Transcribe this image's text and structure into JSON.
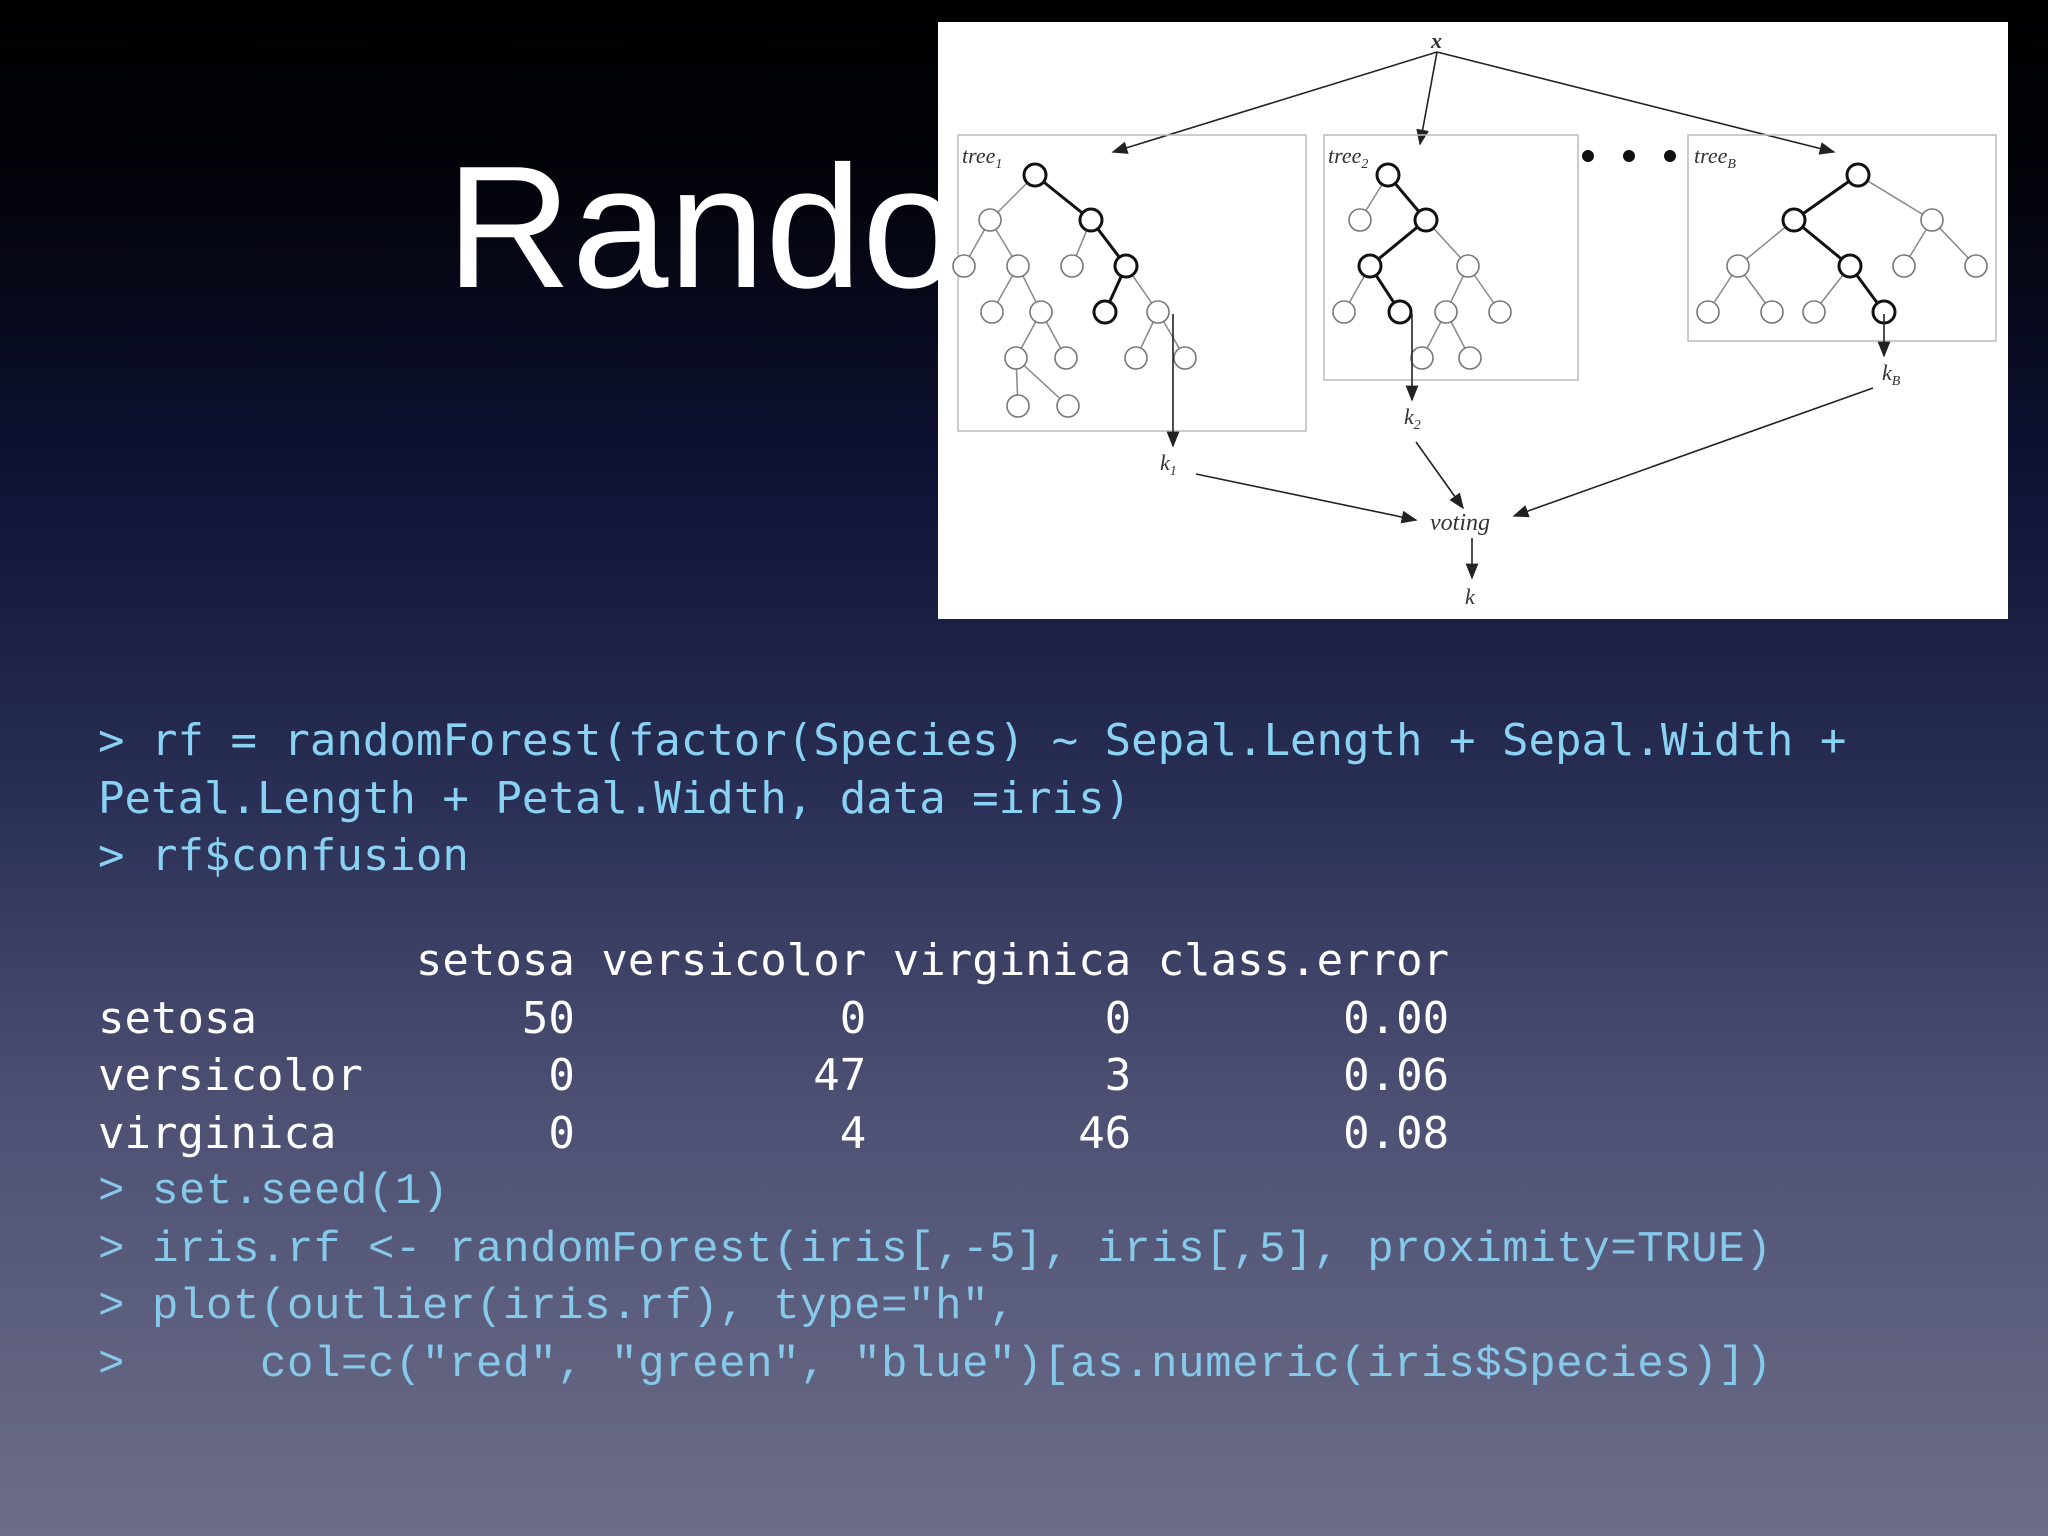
{
  "slide": {
    "title": "Random Forest"
  },
  "diagram": {
    "root_label": "x",
    "trees": [
      {
        "name": "tree",
        "sub": "1",
        "output": "k",
        "output_sub": "1"
      },
      {
        "name": "tree",
        "sub": "2",
        "output": "k",
        "output_sub": "2"
      },
      {
        "name": "tree",
        "sub": "B",
        "output": "k",
        "output_sub": "B"
      }
    ],
    "voting_label": "voting",
    "final_label": "k"
  },
  "code_block_1": [
    "> rf = randomForest(factor(Species) ~ Sepal.Length + Sepal.Width +",
    "Petal.Length + Petal.Width, data =iris)",
    "> rf$confusion"
  ],
  "confusion_table": {
    "headers": [
      "setosa",
      "versicolor",
      "virginica",
      "class.error"
    ],
    "rows": [
      {
        "label": "setosa",
        "cells": [
          "50",
          "0",
          "0",
          "0.00"
        ]
      },
      {
        "label": "versicolor",
        "cells": [
          "0",
          "47",
          "3",
          "0.06"
        ]
      },
      {
        "label": "virginica",
        "cells": [
          "0",
          "4",
          "46",
          "0.08"
        ]
      }
    ]
  },
  "code_block_2": [
    "> set.seed(1)",
    "> iris.rf <- randomForest(iris[,-5], iris[,5], proximity=TRUE)",
    "> plot(outlier(iris.rf), type=\"h\",",
    ">     col=c(\"red\", \"green\", \"blue\")[as.numeric(iris$Species)])"
  ]
}
